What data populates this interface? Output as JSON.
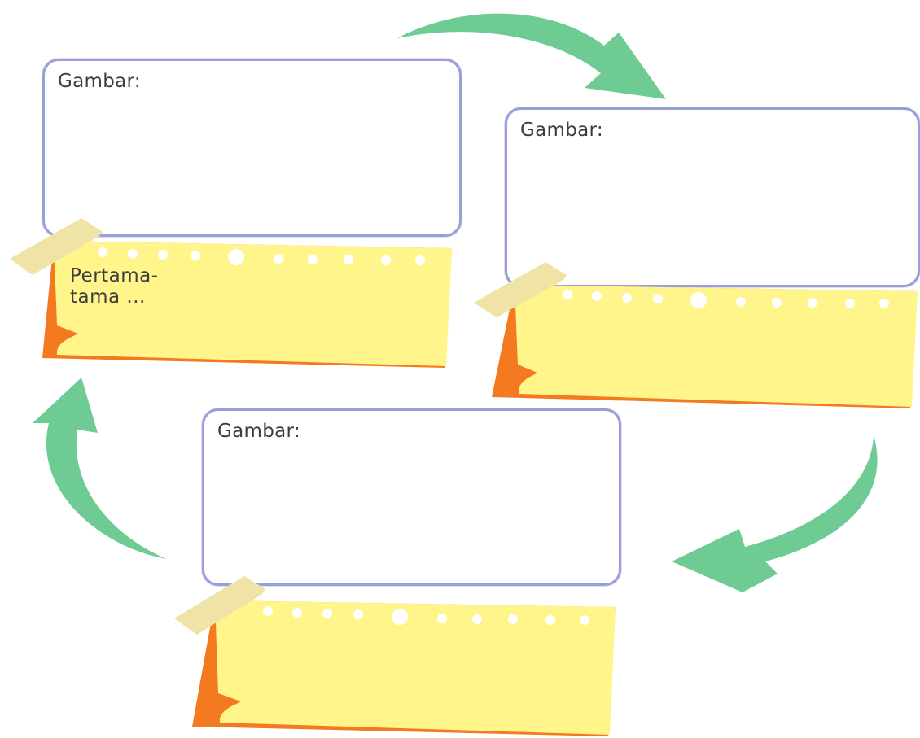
{
  "colors": {
    "frame_border": "#9a9fdb",
    "note_yellow": "#fff58a",
    "note_edge": "#f47a22",
    "tape": "#efe3a6",
    "arrow": "#6fcb94",
    "text": "#3d3d3d"
  },
  "cards": [
    {
      "frame_label": "Gambar:",
      "note_text": "Pertama-tama ..."
    },
    {
      "frame_label": "Gambar:",
      "note_text": ""
    },
    {
      "frame_label": "Gambar:",
      "note_text": ""
    }
  ],
  "arrows": [
    {
      "icon": "curved-arrow-icon",
      "direction": "right"
    },
    {
      "icon": "curved-arrow-icon",
      "direction": "down-left"
    },
    {
      "icon": "curved-arrow-icon",
      "direction": "up"
    }
  ]
}
